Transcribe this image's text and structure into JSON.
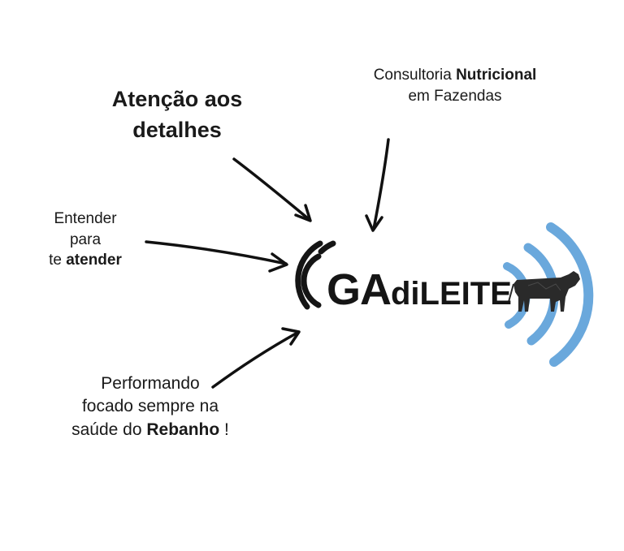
{
  "callouts": {
    "atencao": {
      "line1": "Atenção aos",
      "line2": "detalhes"
    },
    "consultoria": {
      "pre": "Consultoria ",
      "bold": "Nutricional",
      "line2": "em Fazendas"
    },
    "entender": {
      "line1": "Entender",
      "line2": "para",
      "pre3": "te ",
      "bold3": "atender"
    },
    "performando": {
      "line1": "Performando",
      "line2": "focado sempre na",
      "pre3": "saúde do ",
      "bold3": "Rebanho",
      "post3": " !"
    }
  },
  "logo": {
    "part1": "GA",
    "part2": "diLEITE",
    "colors": {
      "text": "#151515",
      "waves": "#6aa8dc",
      "cow": "#2a2a2a"
    }
  }
}
